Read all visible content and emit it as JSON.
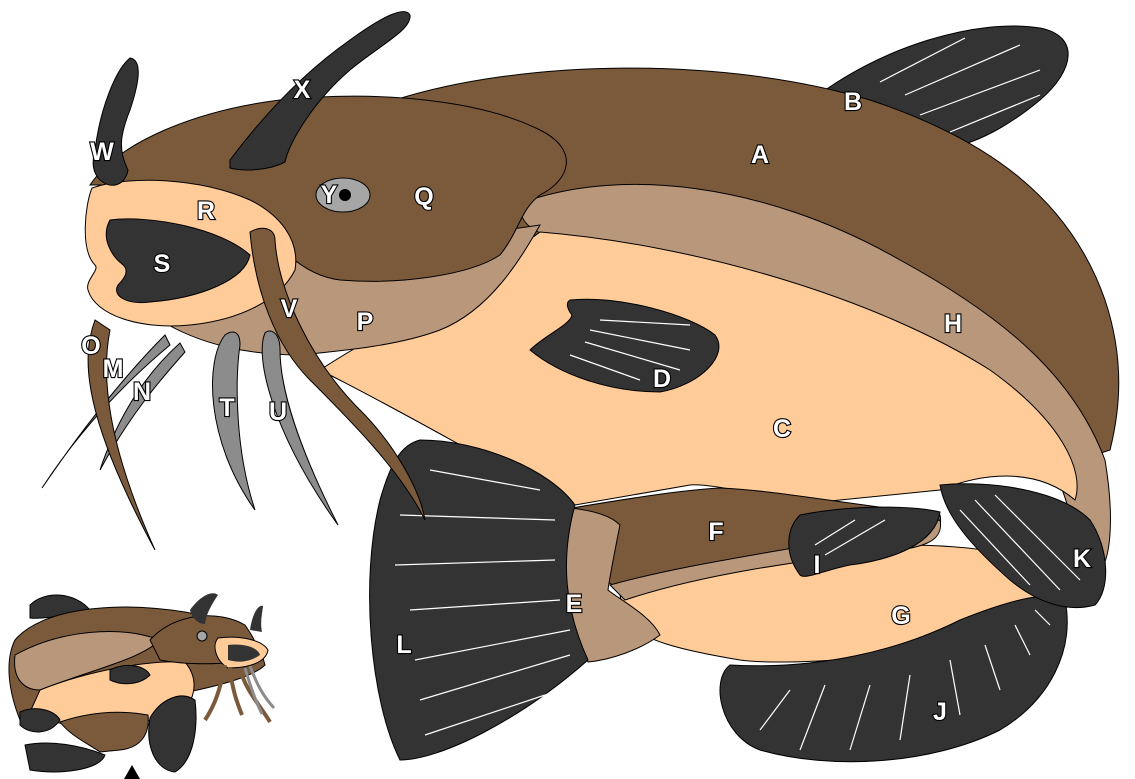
{
  "diagram": {
    "labels": [
      "A",
      "B",
      "C",
      "D",
      "E",
      "F",
      "G",
      "H",
      "I",
      "J",
      "K",
      "L",
      "M",
      "N",
      "O",
      "P",
      "Q",
      "R",
      "S",
      "T",
      "U",
      "V",
      "W",
      "X",
      "Y"
    ],
    "colors": {
      "dark_brown": "#7b5a3c",
      "mid_brown": "#b9977a",
      "belly": "#ffcc99",
      "fin": "#333333",
      "barbel_gray": "#8c8c8c",
      "eye": "#a6a6a6"
    },
    "inset_marker": "upward-arrow"
  }
}
